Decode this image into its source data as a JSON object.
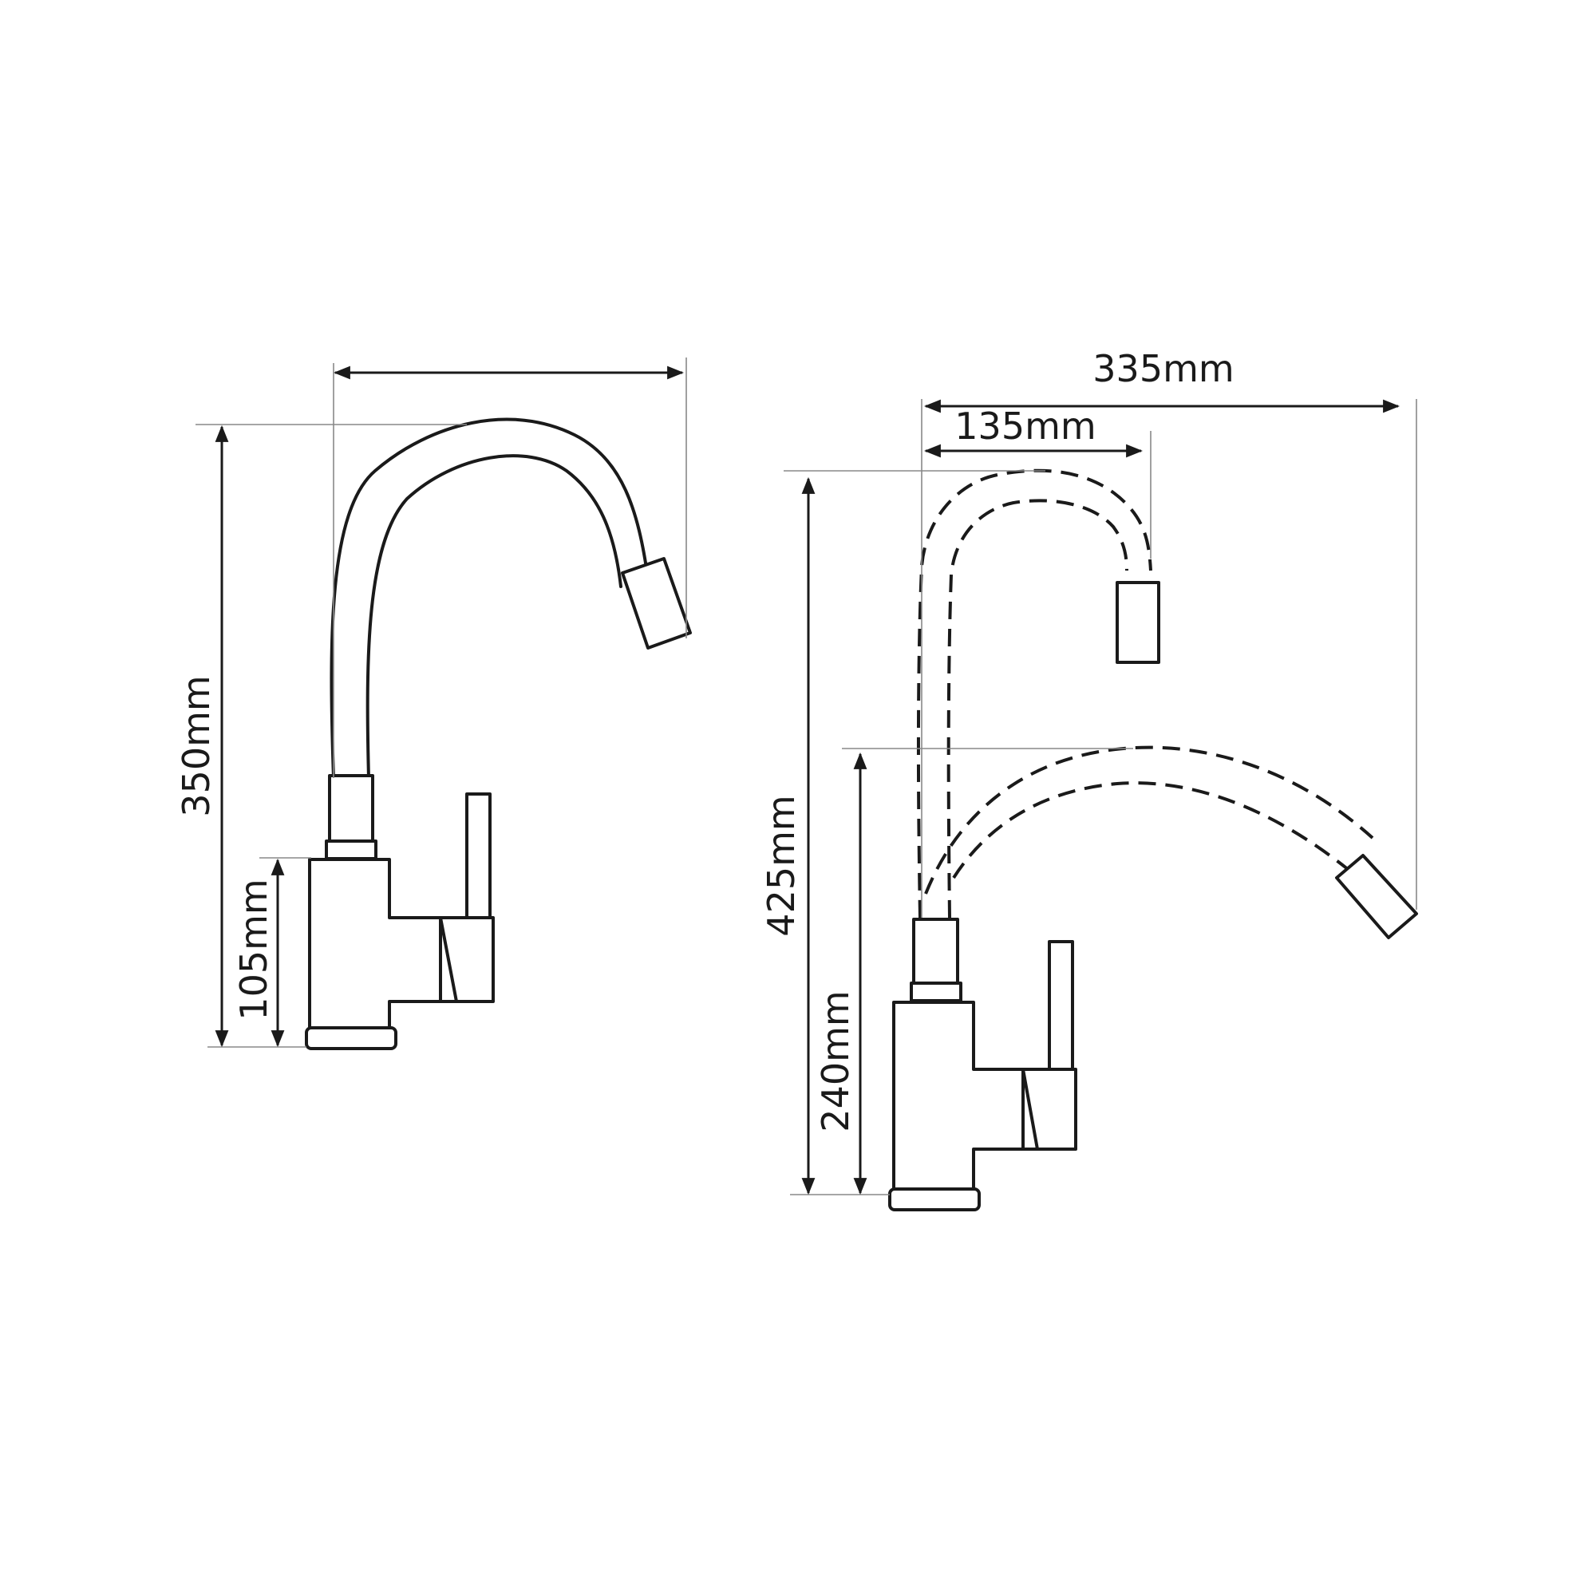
{
  "dimensions": {
    "left_height": "350mm",
    "left_base_height": "105mm",
    "right_width_total": "335mm",
    "right_width_partial": "135mm",
    "right_height_total": "425mm",
    "right_height_low": "240mm"
  },
  "colors": {
    "line": "#1a1a1a",
    "extension": "#888888",
    "background": "#ffffff"
  }
}
